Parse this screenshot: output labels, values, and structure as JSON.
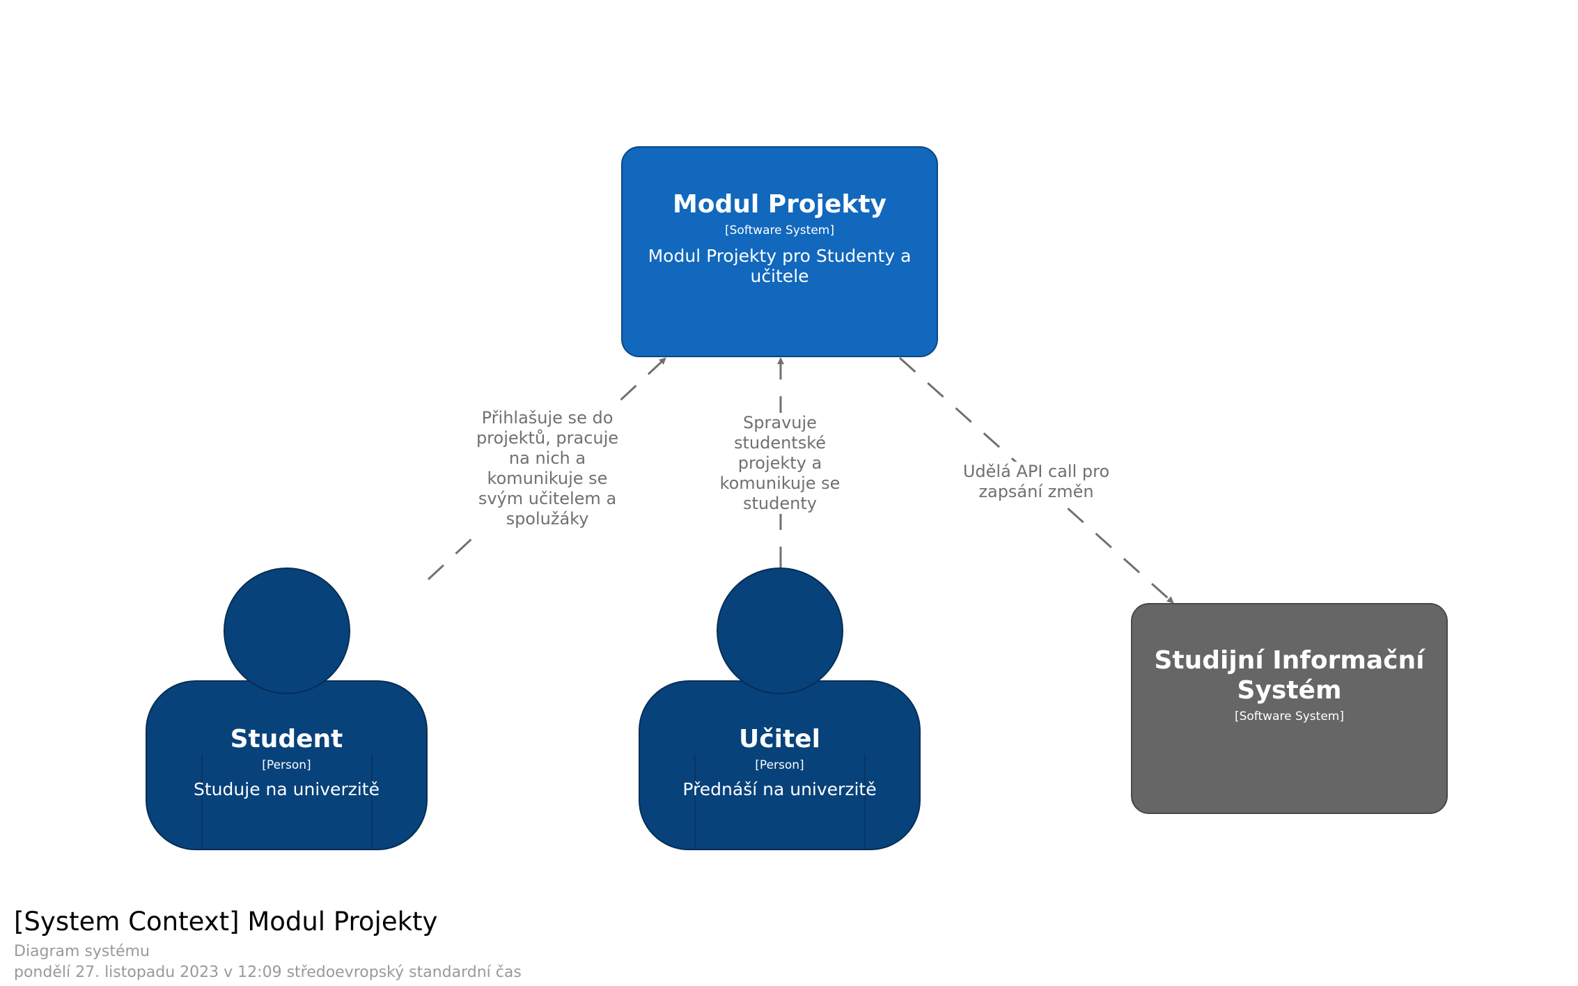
{
  "diagram": {
    "elements": [
      {
        "id": "modul",
        "name": "Modul Projekty",
        "type": "[Software System]",
        "description": "Modul Projekty pro Studenty a učitele",
        "color": "#1168bd"
      },
      {
        "id": "sis",
        "name": "Studijní Informační Systém",
        "type": "[Software System]",
        "color": "#666666"
      },
      {
        "id": "student",
        "name": "Student",
        "type": "[Person]",
        "description": "Studuje na univerzitě",
        "color": "#08427b"
      },
      {
        "id": "ucitel",
        "name": "Učitel",
        "type": "[Person]",
        "description": "Přednáší na univerzitě",
        "color": "#08427b"
      }
    ],
    "relationships": [
      {
        "from": "Student",
        "to": "Modul Projekty",
        "label": "Přihlašuje se do projektů, pracuje na nich a komunikuje se svým učitelem a spolužáky"
      },
      {
        "from": "Učitel",
        "to": "Modul Projekty",
        "label": "Spravuje studentské projekty a komunikuje se studenty"
      },
      {
        "from": "Modul Projekty",
        "to": "Studijní Informační Systém",
        "label": "Udělá API call pro zapsání změn"
      }
    ],
    "arrow_color": "#707070"
  },
  "footer": {
    "title": "[System Context] Modul Projekty",
    "subtitle": "Diagram systému",
    "date": "pondělí 27. listopadu 2023 v 12:09 středoevropský standardní čas"
  }
}
